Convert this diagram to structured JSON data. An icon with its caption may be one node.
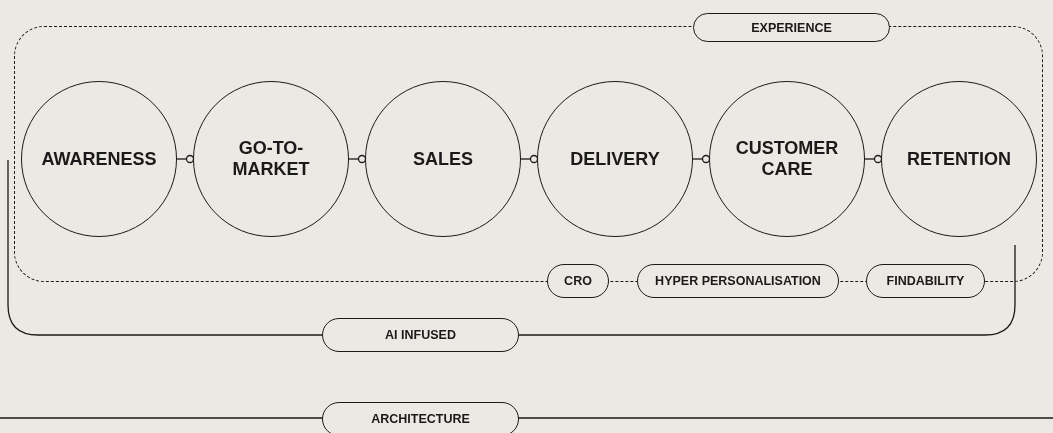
{
  "diagram": {
    "nodes": [
      {
        "text": [
          "EXPERIENCE"
        ]
      },
      {
        "text": [
          "AWARENESS"
        ],
        "in": 0
      },
      {
        "text": [
          "GO-TO-MARKET"
        ],
        "in": 0
      },
      {
        "text": [
          "SALES"
        ],
        "in": 0
      },
      {
        "text": [
          "DELIVERY"
        ],
        "in": 0
      },
      {
        "text": [
          "CUSTOMER CARE"
        ],
        "in": 0
      },
      {
        "text": [
          "RETENTION"
        ],
        "in": 0
      },
      {
        "text": [
          "CRO"
        ]
      },
      {
        "text": [
          "HYPER PERSONALISATION"
        ]
      },
      {
        "text": [
          "FINDABILITY"
        ]
      },
      {
        "text": [
          "AI INFUSED"
        ]
      },
      {
        "text": [
          "ARCHITECTURE"
        ]
      }
    ],
    "edges": [
      {
        "from": 1,
        "to": 2,
        "arrow": "other"
      },
      {
        "from": 2,
        "to": 3,
        "arrow": "other"
      },
      {
        "from": 3,
        "to": 4,
        "arrow": "other"
      },
      {
        "from": 4,
        "to": 5,
        "arrow": "other"
      },
      {
        "from": 5,
        "to": 6,
        "arrow": "other"
      }
    ]
  }
}
